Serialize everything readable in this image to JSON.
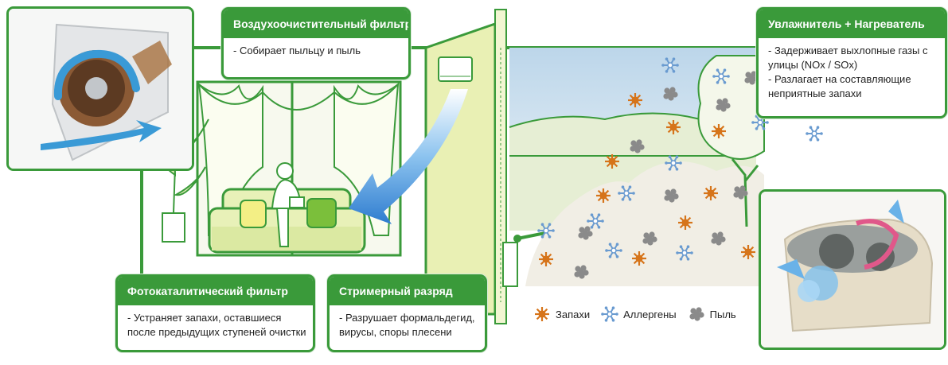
{
  "callouts": {
    "air_filter": {
      "title": "Воздухоочистительный фильтр",
      "lines": [
        "- Собирает пыльцу и пыль"
      ]
    },
    "humidifier": {
      "title": "Увлажнитель + Нагреватель",
      "lines": [
        "- Задерживает выхлопные газы с",
        "улицы (NOx / SOx)",
        "- Разлагает на составляющие",
        "неприятные запахи"
      ]
    },
    "photocatalytic": {
      "title": "Фотокаталитический фильтр",
      "lines": [
        "- Устраняет запахи, оставшиеся",
        "после предыдущих ступеней очистки"
      ]
    },
    "streamer": {
      "title": "Стримерный разряд",
      "lines": [
        "- Разрушает формальдегид,",
        "вирусы, споры плесени"
      ]
    }
  },
  "legend": {
    "odors": "Запахи",
    "allergens": "Аллергены",
    "dust": "Пыль"
  },
  "colors": {
    "green": "#3a9a3a",
    "wall": "#e9f0b4",
    "odor": "#d6741a",
    "allergen": "#6a9bd0",
    "dust": "#8a8a8a",
    "flow": "#3f8fd6"
  }
}
